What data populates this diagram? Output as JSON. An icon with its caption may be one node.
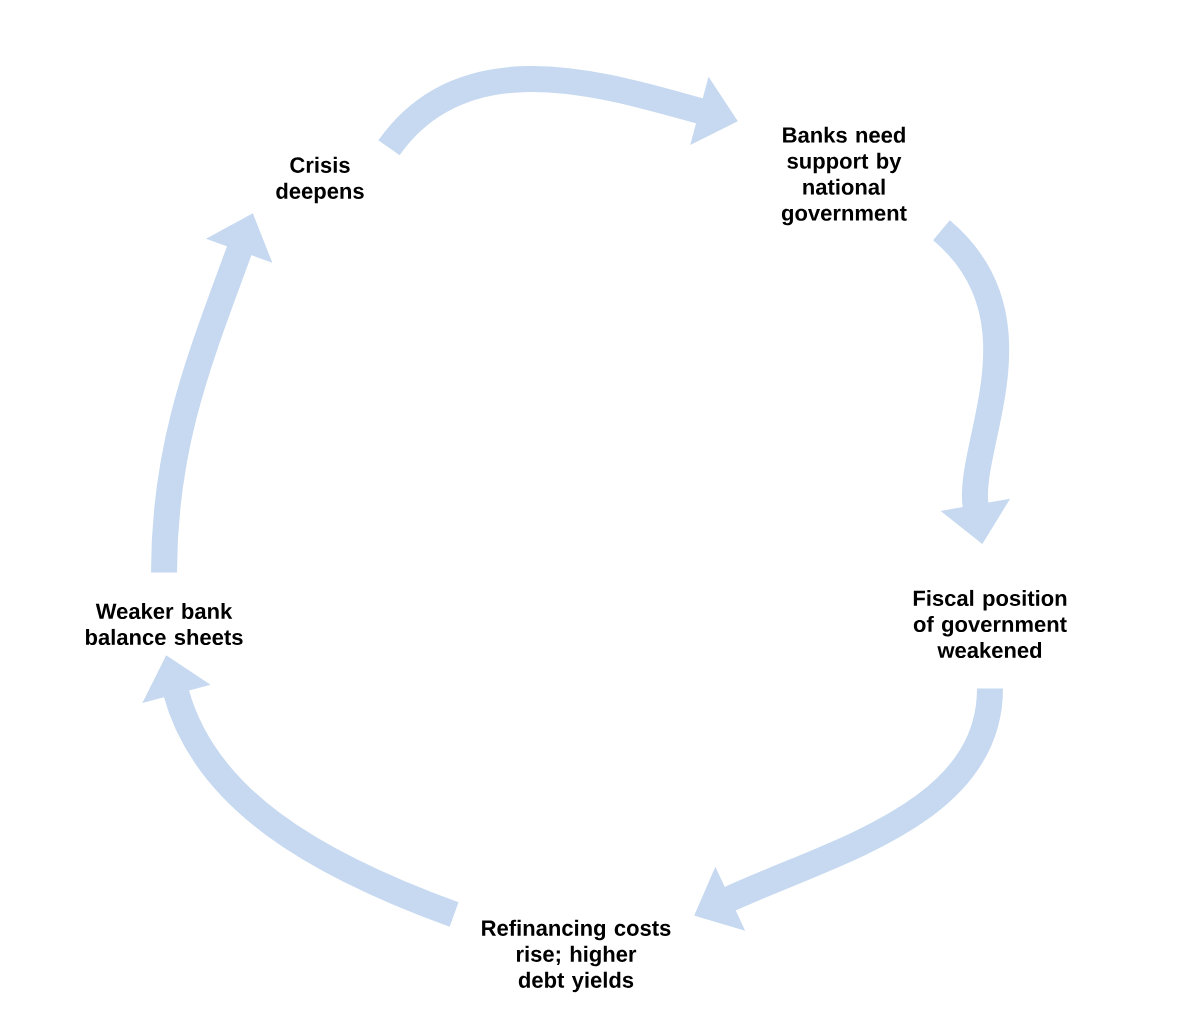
{
  "diagram": {
    "nodes": [
      {
        "text": [
          "Crisis deepens"
        ]
      },
      {
        "text": [
          "Banks need support by national government"
        ]
      },
      {
        "text": [
          "Fiscal position of government weakened"
        ]
      },
      {
        "text": [
          "Refinancing costs rise; higher debt yields"
        ]
      },
      {
        "text": [
          "Weaker bank balance sheets"
        ]
      }
    ],
    "edges": [
      {
        "from": 0,
        "to": 1,
        "arrow": "to"
      },
      {
        "from": 1,
        "to": 2,
        "arrow": "to"
      },
      {
        "from": 2,
        "to": 3,
        "arrow": "to"
      },
      {
        "from": 3,
        "to": 4,
        "arrow": "to"
      },
      {
        "from": 4,
        "to": 0,
        "arrow": "to"
      }
    ]
  }
}
